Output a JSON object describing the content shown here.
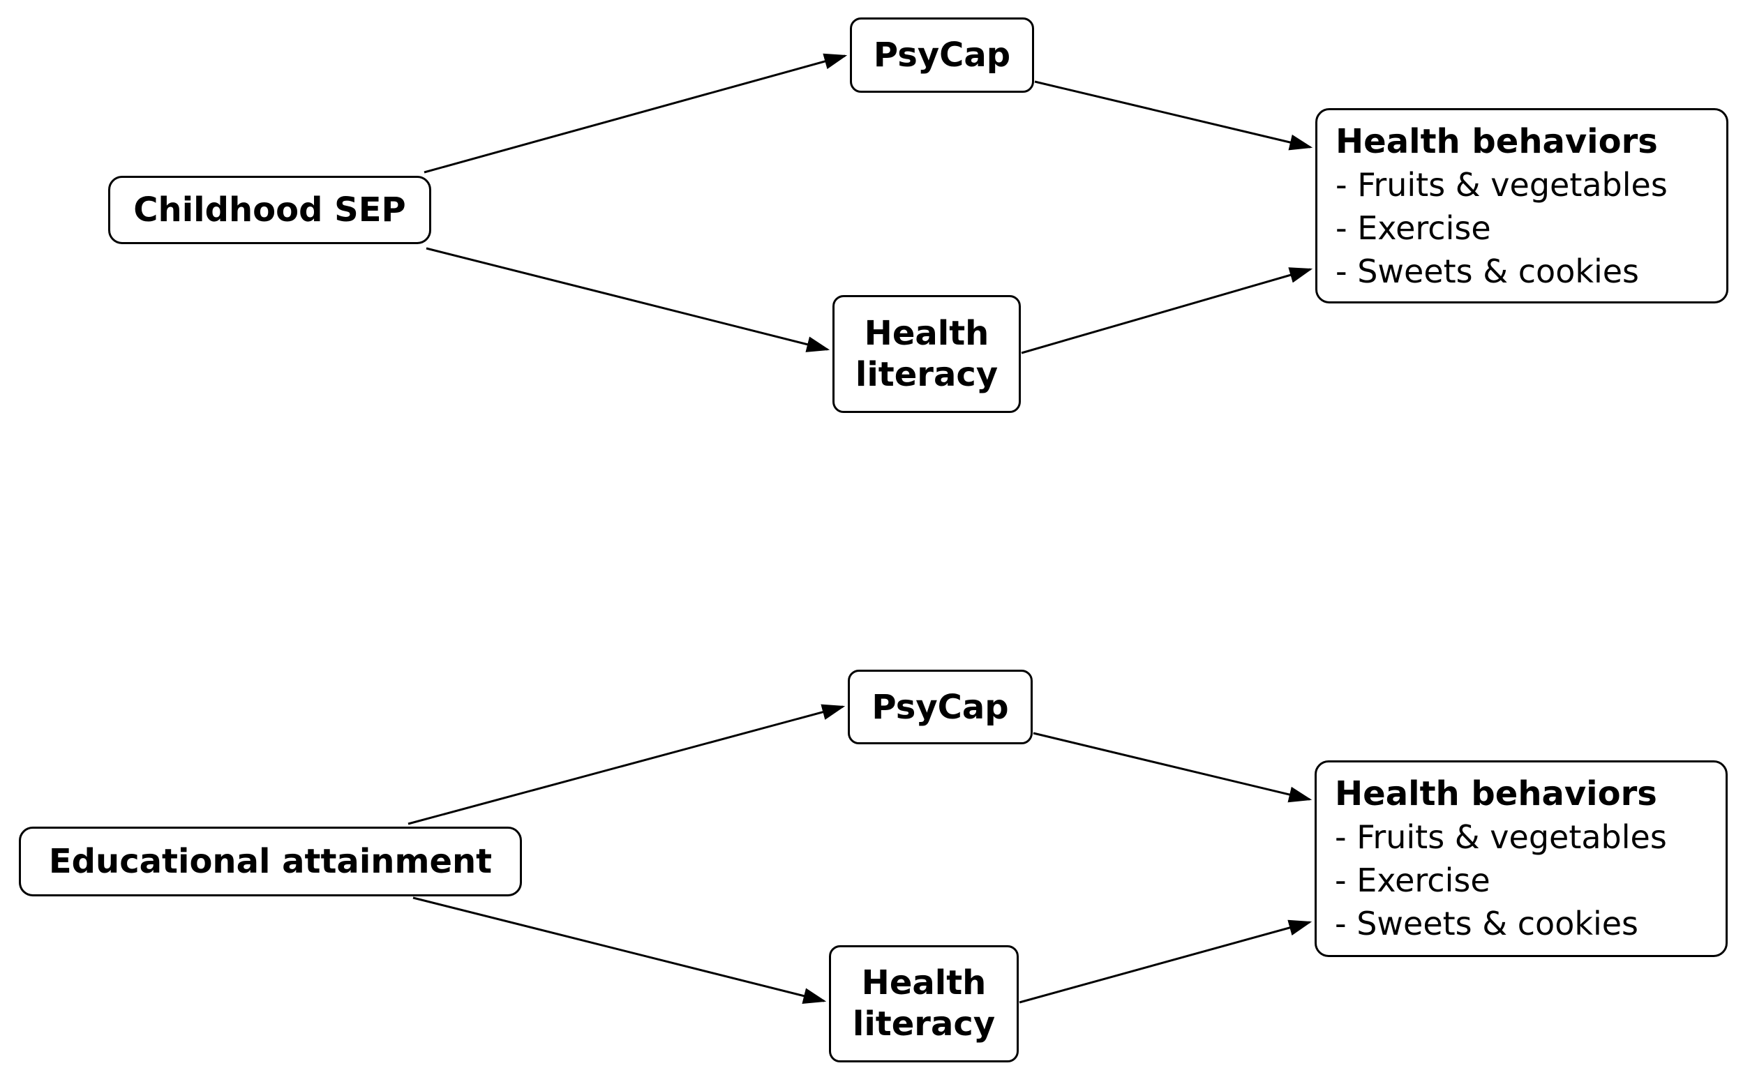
{
  "figure": {
    "description": "Two conceptual mediation model diagrams",
    "colors": {
      "background": "#ffffff",
      "box_fill": "#ffffff",
      "box_border": "#000000",
      "text": "#000000",
      "arrow": "#000000"
    },
    "diagrams": [
      {
        "id": "childhood-sep-model",
        "nodes": {
          "exposure": {
            "label": "Childhood SEP"
          },
          "mediator1": {
            "label": "PsyCap"
          },
          "mediator2": {
            "label": "Health literacy"
          },
          "outcome": {
            "title": "Health behaviors",
            "items": [
              "- Fruits & vegetables",
              "- Exercise",
              "- Sweets & cookies"
            ]
          }
        },
        "edges": [
          {
            "from": "Childhood SEP",
            "to": "PsyCap"
          },
          {
            "from": "Childhood SEP",
            "to": "Health literacy"
          },
          {
            "from": "PsyCap",
            "to": "Health behaviors"
          },
          {
            "from": "Health literacy",
            "to": "Health behaviors"
          }
        ]
      },
      {
        "id": "educational-attainment-model",
        "nodes": {
          "exposure": {
            "label": "Educational attainment"
          },
          "mediator1": {
            "label": "PsyCap"
          },
          "mediator2": {
            "label": "Health literacy"
          },
          "outcome": {
            "title": "Health behaviors",
            "items": [
              "- Fruits & vegetables",
              "- Exercise",
              "- Sweets & cookies"
            ]
          }
        },
        "edges": [
          {
            "from": "Educational attainment",
            "to": "PsyCap"
          },
          {
            "from": "Educational attainment",
            "to": "Health literacy"
          },
          {
            "from": "PsyCap",
            "to": "Health behaviors"
          },
          {
            "from": "Health literacy",
            "to": "Health behaviors"
          }
        ]
      }
    ]
  }
}
